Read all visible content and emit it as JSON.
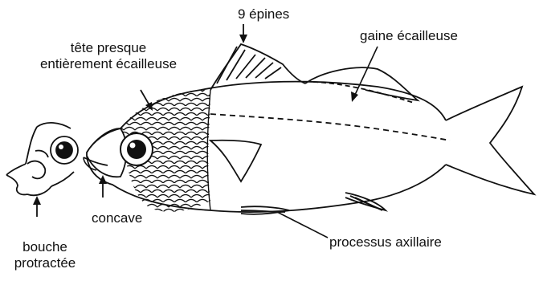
{
  "labels": {
    "spines": "9 épines",
    "sheath": "gaine écailleuse",
    "head_line1": "tête presque",
    "head_line2": "entièrement écailleuse",
    "concave": "concave",
    "axillary": "processus axillaire",
    "mouth_line1": "bouche",
    "mouth_line2": "protractée"
  },
  "colors": {
    "ink": "#111111",
    "background": "#ffffff"
  }
}
